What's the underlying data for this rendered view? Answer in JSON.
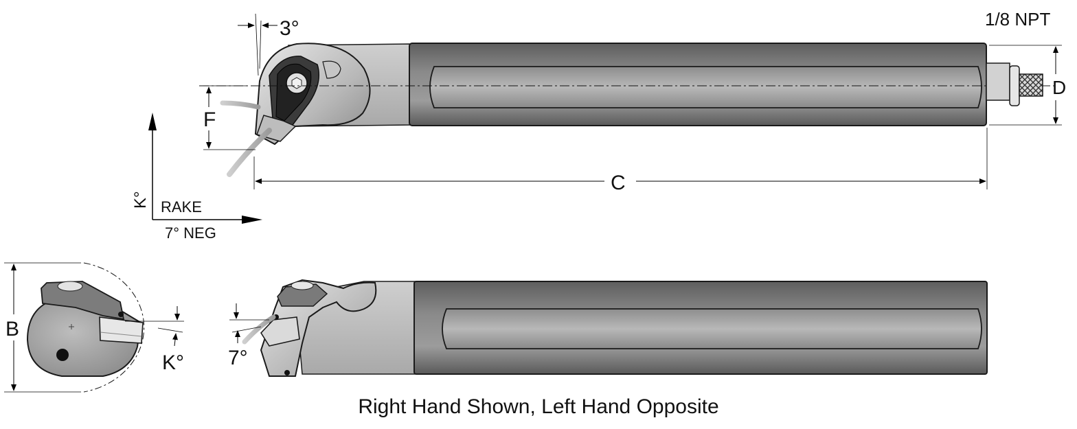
{
  "labels": {
    "npt": "1/8 NPT",
    "angle_3": "3°",
    "dim_d": "D",
    "dim_f": "F",
    "dim_c": "C",
    "dim_b": "B",
    "k_side": "K°",
    "rake": "RAKE",
    "neg": "7° NEG",
    "k_end": "K°",
    "angle_7": "7°"
  },
  "caption": "Right Hand Shown,  Left Hand Opposite",
  "colors": {
    "bar_dark": "#6f6f6f",
    "bar_light": "#a8a8a8",
    "head_light": "#d4d4d4",
    "head_mid": "#9a9a9a",
    "insert_dark": "#2a2a2a",
    "outline": "#1a1a1a"
  }
}
